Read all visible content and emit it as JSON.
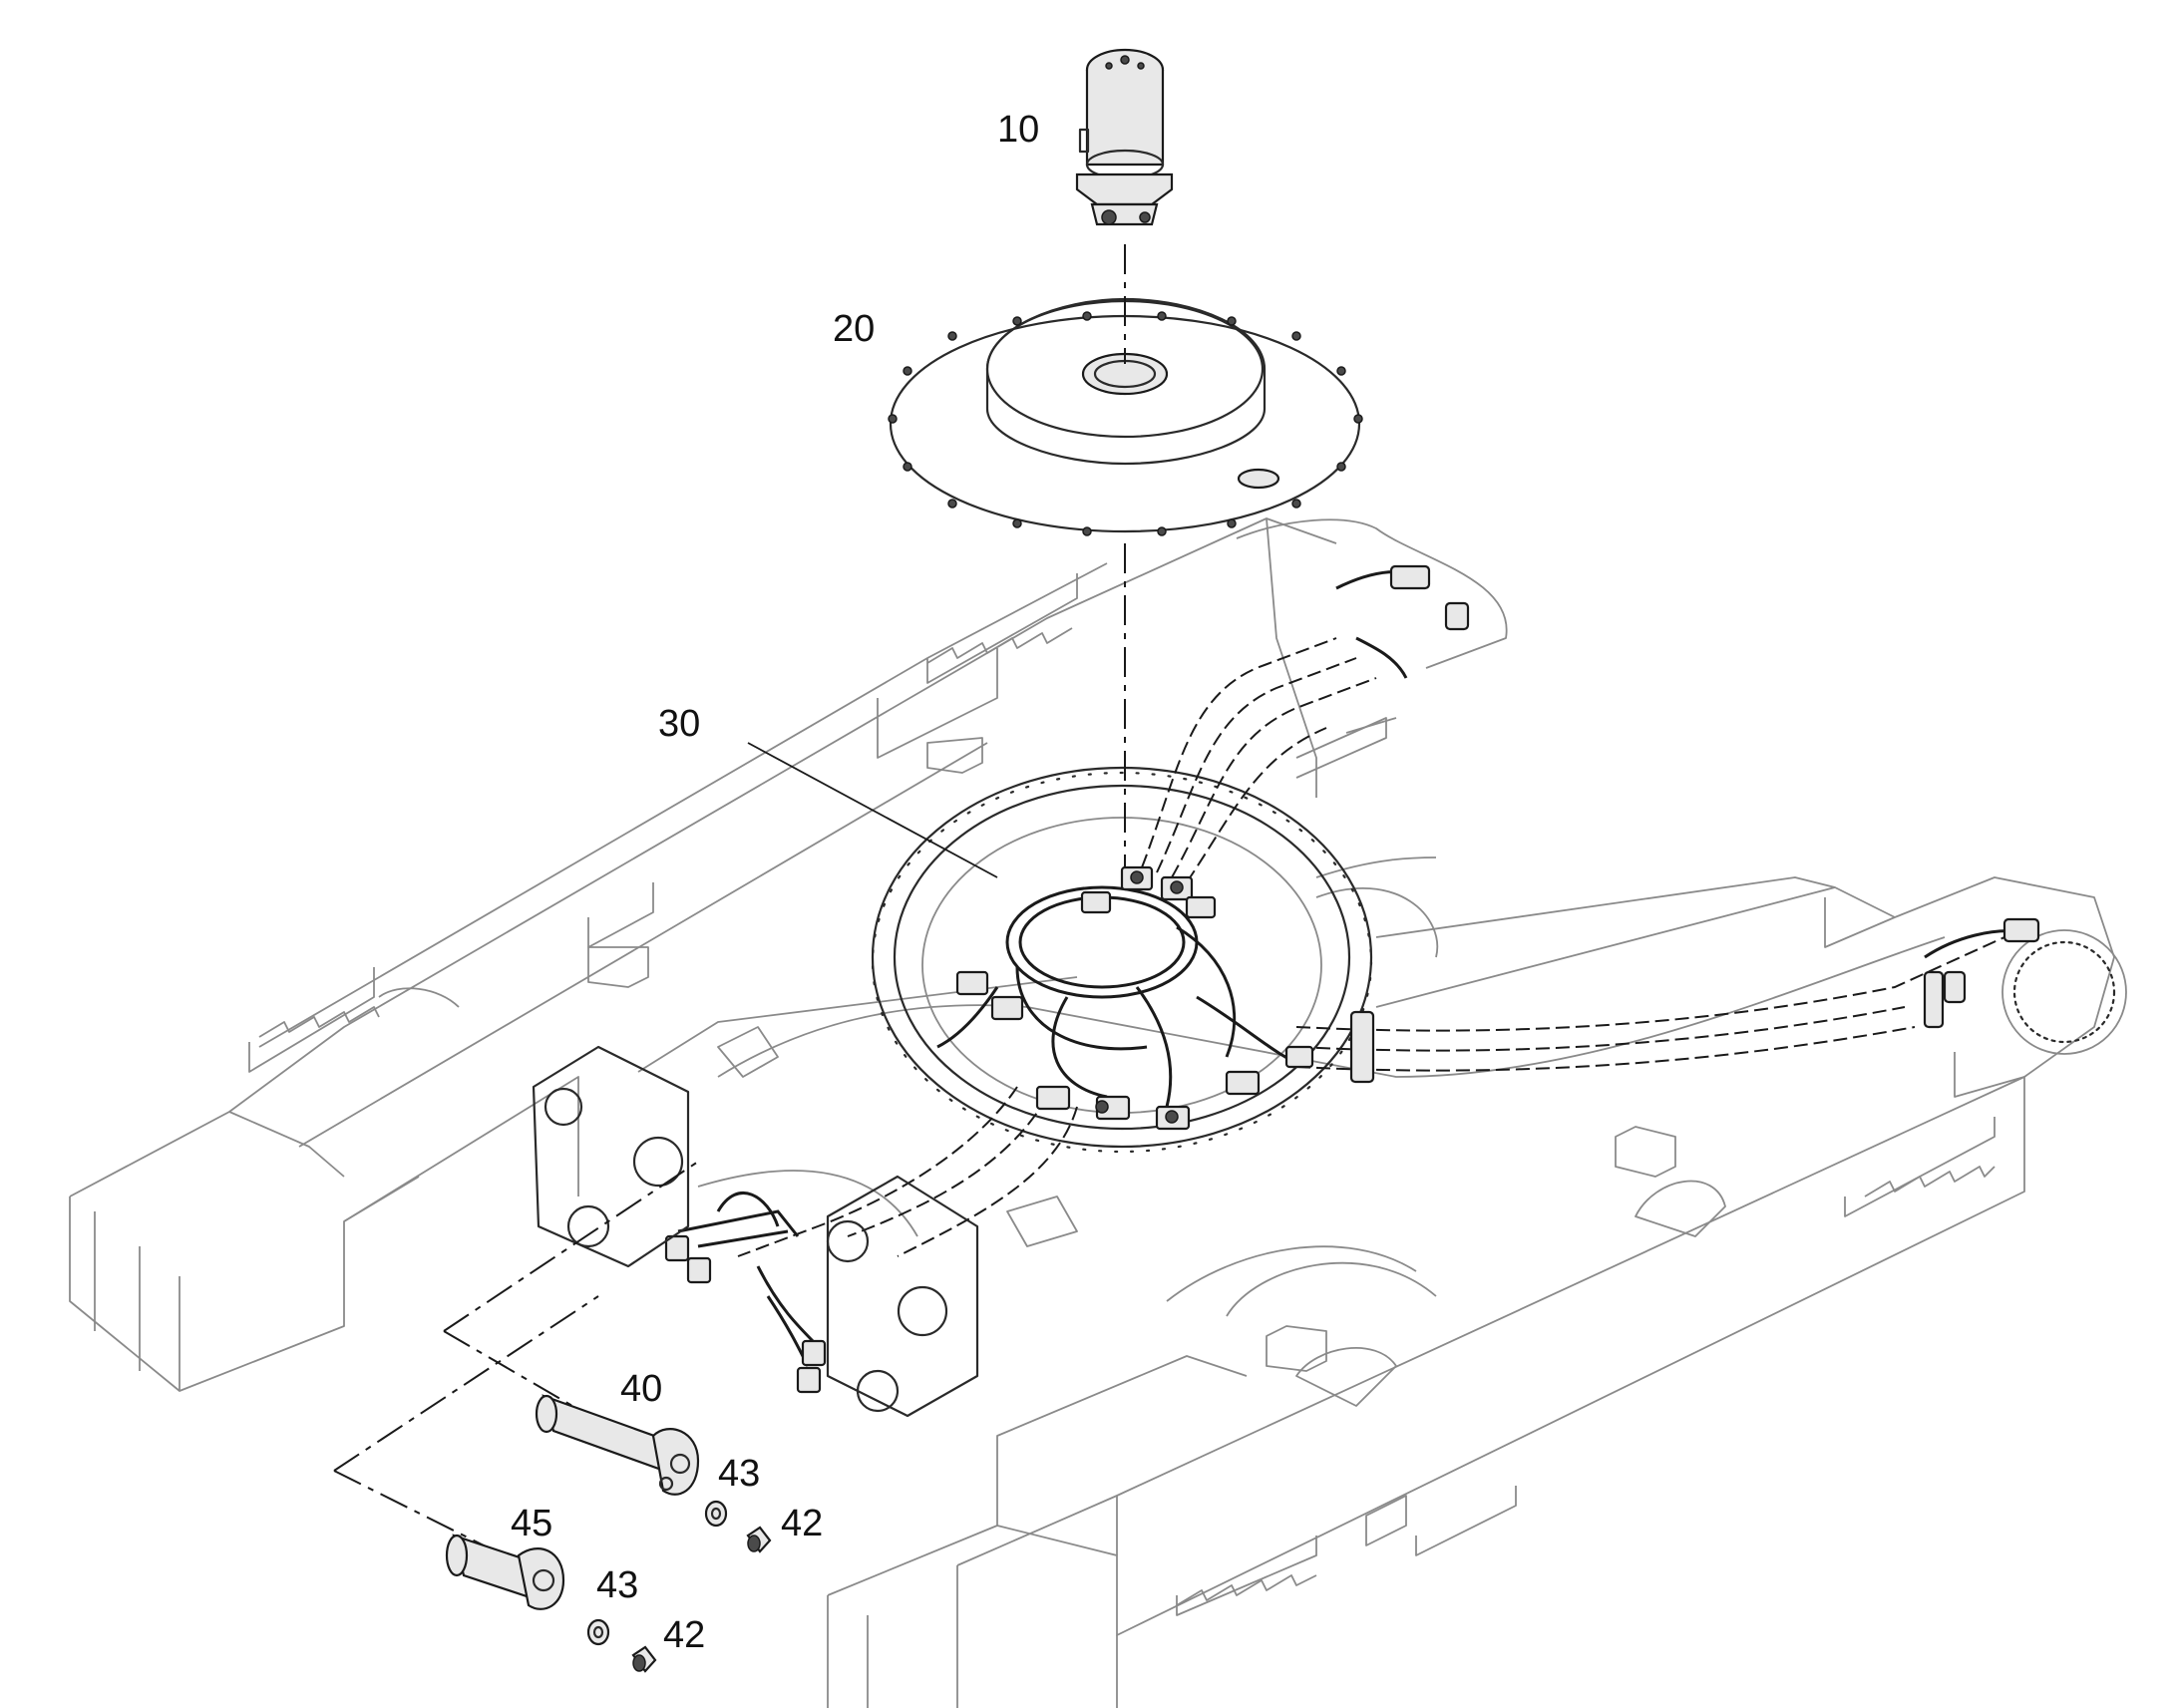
{
  "callouts": {
    "c10": "10",
    "c20": "20",
    "c30": "30",
    "c40": "40",
    "c43a": "43",
    "c42a": "42",
    "c45": "45",
    "c43b": "43",
    "c42b": "42"
  },
  "colors": {
    "line": "#1a1a1a",
    "frame": "#8a8a8a",
    "background": "#ffffff"
  }
}
